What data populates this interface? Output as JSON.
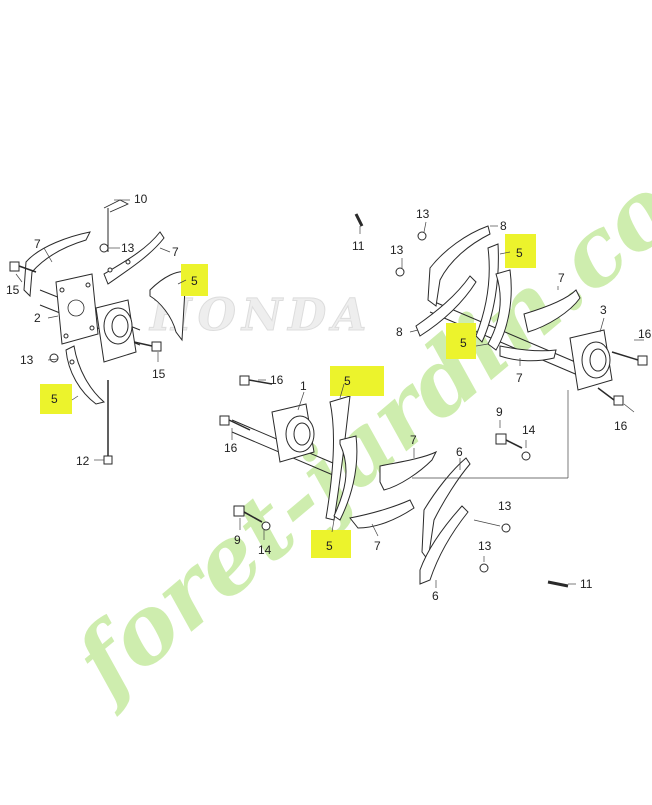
{
  "watermark": {
    "brand": "HONDA",
    "text": "foret-jardin.com",
    "color_green": "#c6eaa0",
    "color_orange": "#f7c48c",
    "color_brown": "#c9bcae"
  },
  "highlight_color": "#ecf32c",
  "callouts": {
    "c10": "10",
    "c13a": "13",
    "c7a": "7",
    "c7b": "7",
    "c5a": "5",
    "c15a": "15",
    "c2": "2",
    "c15b": "15",
    "c13b": "13",
    "c5b": "5",
    "c12": "12",
    "c11a": "11",
    "c13c": "13",
    "c8a": "8",
    "c13d": "13",
    "c5c": "5",
    "c7c": "7",
    "c3": "3",
    "c16a": "16",
    "c8b": "8",
    "c5d": "5",
    "c7d": "7",
    "c16b": "16",
    "c16c": "16",
    "c1": "1",
    "c5e": "5",
    "c16d": "16",
    "c9a": "9",
    "c14a": "14",
    "c7e": "7",
    "c6a": "6",
    "c13e": "13",
    "c7f": "7",
    "c5f": "5",
    "c9b": "9",
    "c14b": "14",
    "c13f": "13",
    "c6b": "6",
    "c11b": "11"
  }
}
